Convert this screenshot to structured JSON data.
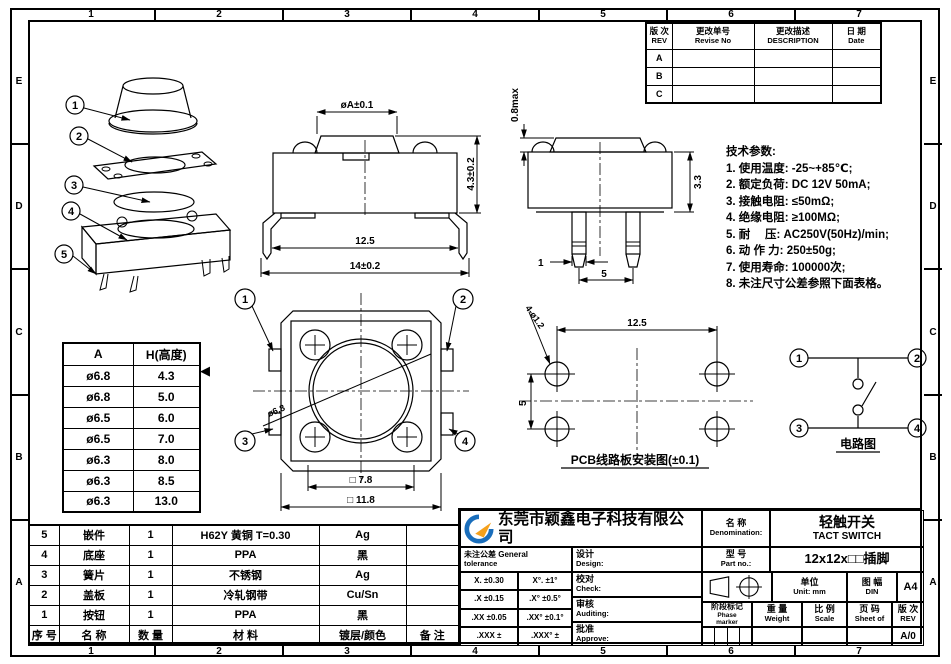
{
  "frame": {
    "top_zones": [
      "1",
      "2",
      "3",
      "4",
      "5",
      "6",
      "7"
    ],
    "bottom_zones": [
      "1",
      "2",
      "3",
      "4",
      "5",
      "6",
      "7"
    ],
    "left_zones": [
      "E",
      "D",
      "C",
      "B",
      "A"
    ],
    "right_zones": [
      "E",
      "D",
      "C",
      "B",
      "A"
    ]
  },
  "rev_table": {
    "headers": [
      {
        "zh": "版 次",
        "en": "REV"
      },
      {
        "zh": "更改单号",
        "en": "Revise No"
      },
      {
        "zh": "更改描述",
        "en": "DESCRIPTION"
      },
      {
        "zh": "日 期",
        "en": "Date"
      }
    ],
    "rows": [
      "A",
      "B",
      "C"
    ]
  },
  "tech": {
    "title": "技术参数:",
    "items": [
      "1. 使用温度: -25~+85℃;",
      "2. 额定负荷: DC 12V 50mA;",
      "3. 接触电阻: ≤50mΩ;",
      "4. 绝缘电阻: ≥100MΩ;",
      "5. 耐　 压: AC250V(50Hz)/min;",
      "6. 动 作 力: 250±50g;",
      "7. 使用寿命: 100000次;",
      "8. 未注尺寸公差参照下面表格。"
    ]
  },
  "ah_table": {
    "col_a": "A",
    "col_h": "H(高度)",
    "marker": "◀",
    "rows": [
      [
        "ø6.8",
        "4.3"
      ],
      [
        "ø6.8",
        "5.0"
      ],
      [
        "ø6.5",
        "6.0"
      ],
      [
        "ø6.5",
        "7.0"
      ],
      [
        "ø6.3",
        "8.0"
      ],
      [
        "ø6.3",
        "8.5"
      ],
      [
        "ø6.3",
        "13.0"
      ]
    ]
  },
  "bom": {
    "headers": [
      "序 号",
      "名 称",
      "数 量",
      "材  料",
      "镀层/颜色",
      "备 注"
    ],
    "rows": [
      [
        "5",
        "嵌件",
        "1",
        "H62Y 黄铜 T=0.30",
        "Ag",
        ""
      ],
      [
        "4",
        "底座",
        "1",
        "PPA",
        "黑",
        ""
      ],
      [
        "3",
        "簧片",
        "1",
        "不锈钢",
        "Ag",
        ""
      ],
      [
        "2",
        "盖板",
        "1",
        "冷轧钢带",
        "Cu/Sn",
        ""
      ],
      [
        "1",
        "按钮",
        "1",
        "PPA",
        "黑",
        ""
      ]
    ]
  },
  "views": {
    "front": {
      "dim_cap": "øA±0.1",
      "dim_height": "4.3±0.2",
      "dim_pins": "12.5",
      "dim_body": "14±0.2"
    },
    "side": {
      "dim_travel": "0.8max",
      "dim_base_h": "3.3",
      "dim_pin_w": "1",
      "dim_pitch": "5"
    },
    "top": {
      "callout1": "1",
      "callout2": "2",
      "callout3": "3",
      "callout4": "4",
      "dim_button": "ø6.8",
      "dim_inner": "□ 7.8",
      "dim_outer": "□ 11.8"
    },
    "pcb": {
      "dim_holes": "4-ø1.2",
      "dim_w": "12.5",
      "dim_h": "5",
      "caption": "PCB线路板安装图(±0.1)"
    },
    "circuit": {
      "caption": "电路图",
      "pin1": "1",
      "pin2": "2",
      "pin3": "3",
      "pin4": "4"
    },
    "exploded": {
      "c1": "1",
      "c2": "2",
      "c3": "3",
      "c4": "4",
      "c5": "5"
    }
  },
  "title_block": {
    "company": "东莞市颖鑫电子科技有限公司",
    "tol_line1": "未注公差 General",
    "tol_line2": "tolerance",
    "design_zh": "设计",
    "design_en": "Design:",
    "check_zh": "校对",
    "check_en": "Check:",
    "audit_zh": "审核",
    "audit_en": "Auditing:",
    "approve_zh": "批准",
    "approve_en": "Approve:",
    "denom_zh": "名  称",
    "denom_en": "Denomination:",
    "denom_val_zh": "轻触开关",
    "denom_val_en": "TACT SWITCH",
    "part_zh": "型  号",
    "part_en": "Part no.:",
    "part_val": "12x12x□□插脚",
    "unit_zh": "单位",
    "unit_en": "Unit:  mm",
    "din_zh": "图 幅",
    "din_en": "DIN",
    "paper": "A4",
    "phase_zh": "阶段标记",
    "phase_en": "Phase marker",
    "weight_zh": "重 量",
    "weight_en": "Weight",
    "scale_zh": "比 例",
    "scale_en": "Scale",
    "sheet_zh": "页 码",
    "sheet_en": "Sheet of",
    "rev_zh": "版 次",
    "rev_en": "REV",
    "rev_val": "A/0",
    "tol_rows": [
      [
        "X.  ±0.30",
        "X°. ±1°"
      ],
      [
        ".X  ±0.15",
        ".X° ±0.5°"
      ],
      [
        ".XX ±0.05",
        ".XX° ±0.1°"
      ],
      [
        ".XXX ±",
        ".XXX° ±"
      ]
    ]
  },
  "colors": {
    "logo_blue": "#1a6ebc",
    "logo_orange": "#f5a11c"
  }
}
